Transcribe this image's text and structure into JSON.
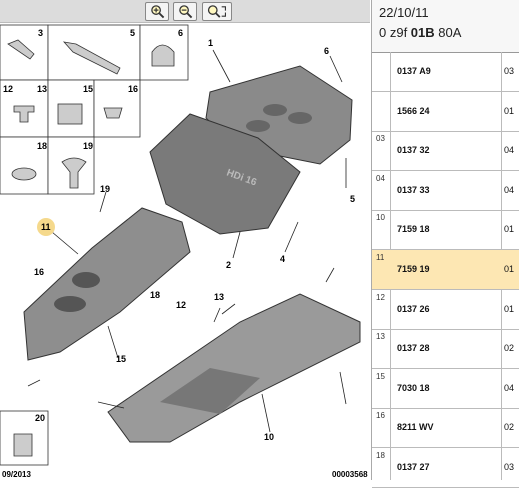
{
  "toolbar": {
    "zoom_in": "zoom-in",
    "zoom_out": "zoom-out",
    "zoom_fit": "zoom-fit"
  },
  "header": {
    "date": "22/10/11",
    "ref_prefix": "0 z9f ",
    "ref_bold": "01B",
    "ref_suffix": " 80A"
  },
  "diagram": {
    "footer_left": "09/2013",
    "footer_right": "00003568",
    "cells": [
      "3",
      "5",
      "6",
      "12",
      "13",
      "15",
      "16",
      "18",
      "19",
      "20"
    ],
    "callouts": [
      "1",
      "2",
      "4",
      "5",
      "6",
      "10",
      "11",
      "12",
      "13",
      "15",
      "16",
      "18",
      "19"
    ]
  },
  "parts": [
    {
      "idx": "",
      "ref": "0137 A9",
      "qty": "03"
    },
    {
      "idx": "",
      "ref": "1566 24",
      "qty": "01"
    },
    {
      "idx": "03",
      "ref": "0137 32",
      "qty": "04"
    },
    {
      "idx": "04",
      "ref": "0137 33",
      "qty": "04"
    },
    {
      "idx": "10",
      "ref": "7159 18",
      "qty": "01"
    },
    {
      "idx": "11",
      "ref": "7159 19",
      "qty": "01"
    },
    {
      "idx": "12",
      "ref": "0137 26",
      "qty": "01"
    },
    {
      "idx": "13",
      "ref": "0137 28",
      "qty": "02"
    },
    {
      "idx": "15",
      "ref": "7030 18",
      "qty": "04"
    },
    {
      "idx": "16",
      "ref": "8211 WV",
      "qty": "02"
    },
    {
      "idx": "18",
      "ref": "0137 27",
      "qty": "03"
    }
  ]
}
